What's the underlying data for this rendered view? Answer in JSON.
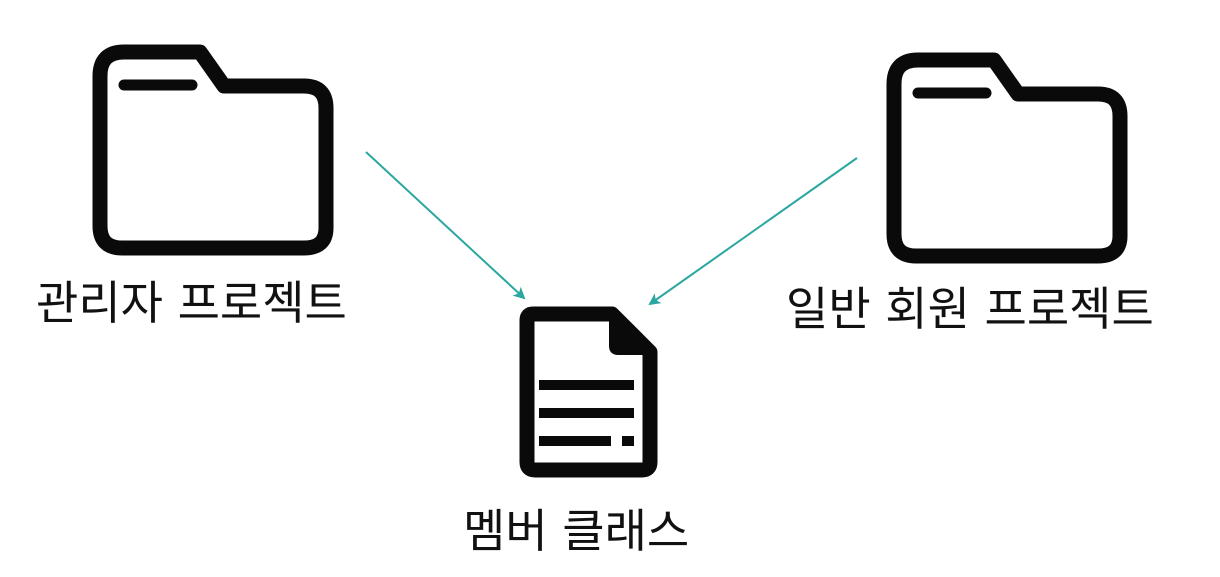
{
  "nodes": {
    "admin_project": {
      "label": "관리자 프로젝트",
      "icon": "folder-icon"
    },
    "member_project": {
      "label": "일반 회원 프로젝트",
      "icon": "folder-icon"
    },
    "member_class": {
      "label": "멤버 클래스",
      "icon": "document-icon"
    }
  },
  "edges": [
    {
      "from": "admin_project",
      "to": "member_class"
    },
    {
      "from": "member_project",
      "to": "member_class"
    }
  ],
  "colors": {
    "icon_stroke": "#0a0a0a",
    "arrow": "#2aa7a0",
    "text": "#111111",
    "background": "#ffffff"
  }
}
